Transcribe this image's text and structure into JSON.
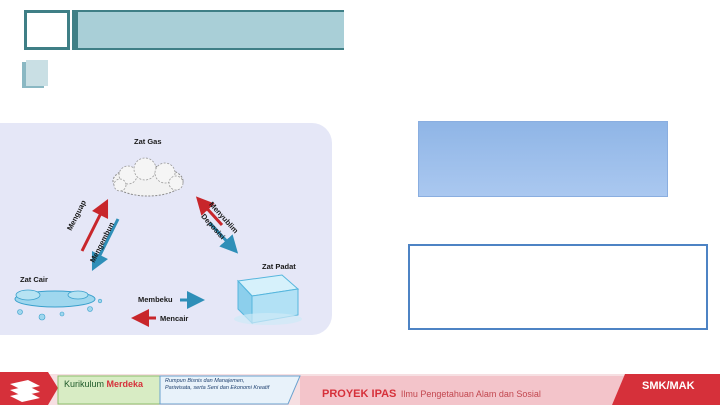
{
  "diagram": {
    "gas_label": "Zat Gas",
    "liquid_label": "Zat Cair",
    "solid_label": "Zat Padat",
    "evaporate_label": "Menguap",
    "condense_label": "Mengembun",
    "sublimate_label": "Menyublim",
    "deposit_label": "Deposisi",
    "freeze_label": "Membeku",
    "melt_label": "Mencair"
  },
  "footer": {
    "kurikulum": "Kurikulum",
    "merdeka": "Merdeka",
    "rumpun_line1": "Rumpun Bisnis dan Manajemen,",
    "rumpun_line2": "Pariwisata, serta Seni dan Ekonomi Kreatif",
    "proyek": "PROYEK IPAS",
    "ilmu": "Ilmu Pengetahuan Alam dan Sosial",
    "level": "SMK/MAK"
  },
  "colors": {
    "teal": "#3f7f86",
    "red_arrow": "#c8262b",
    "blue_arrow": "#2e8fb8",
    "footer_red": "#d6303a"
  }
}
